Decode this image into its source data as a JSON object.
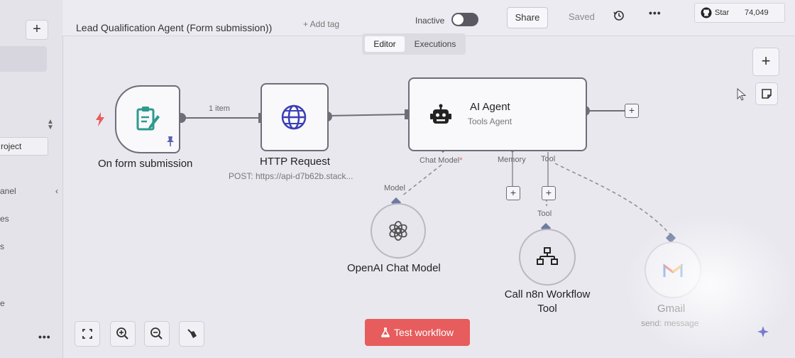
{
  "sidebar": {
    "add_label": "+",
    "project_label": "roject",
    "panel_label": "anel",
    "item_es": "es",
    "item_s": "s",
    "item_e": "e",
    "caret": "‹",
    "more": "•••"
  },
  "header": {
    "title": "Lead Qualification Agent (Form submission))",
    "add_tag": "+ Add tag",
    "status_label": "Inactive",
    "share_label": "Share",
    "saved_label": "Saved",
    "more": "•••",
    "github_star": "Star",
    "github_count": "74,049"
  },
  "tabs": {
    "editor": "Editor",
    "executions": "Executions"
  },
  "canvas": {
    "trigger": {
      "label": "On form submission"
    },
    "connection_label": "1 item",
    "http": {
      "label": "HTTP Request",
      "subtitle": "POST: https://api-d7b62b.stack..."
    },
    "agent": {
      "title": "AI Agent",
      "subtitle": "Tools Agent"
    },
    "ports": {
      "chat_model": "Chat Model",
      "required_mark": "*",
      "memory": "Memory",
      "tool": "Tool",
      "model": "Model",
      "tool_in": "Tool"
    },
    "openai": {
      "label": "OpenAI Chat Model"
    },
    "workflow_tool": {
      "label_line1": "Call n8n Workflow",
      "label_line2": "Tool"
    },
    "gmail": {
      "label": "Gmail",
      "subtitle": "send: message"
    }
  },
  "footer": {
    "test_workflow": "Test workflow"
  },
  "colors": {
    "accent_red": "#e75c5c",
    "node_border": "#6f6e78",
    "http_icon": "#3b3fb5",
    "form_icon": "#2d9a8e",
    "trigger_border": "#7f73a6"
  },
  "icons": {
    "trigger_bolt": "lightning-icon",
    "form": "form-icon",
    "pin": "pin-icon",
    "http": "globe-icon",
    "agent": "robot-icon",
    "openai": "openai-icon",
    "workflow_tool": "sitemap-icon",
    "gmail": "gmail-icon",
    "history": "history-icon",
    "github": "github-icon"
  }
}
